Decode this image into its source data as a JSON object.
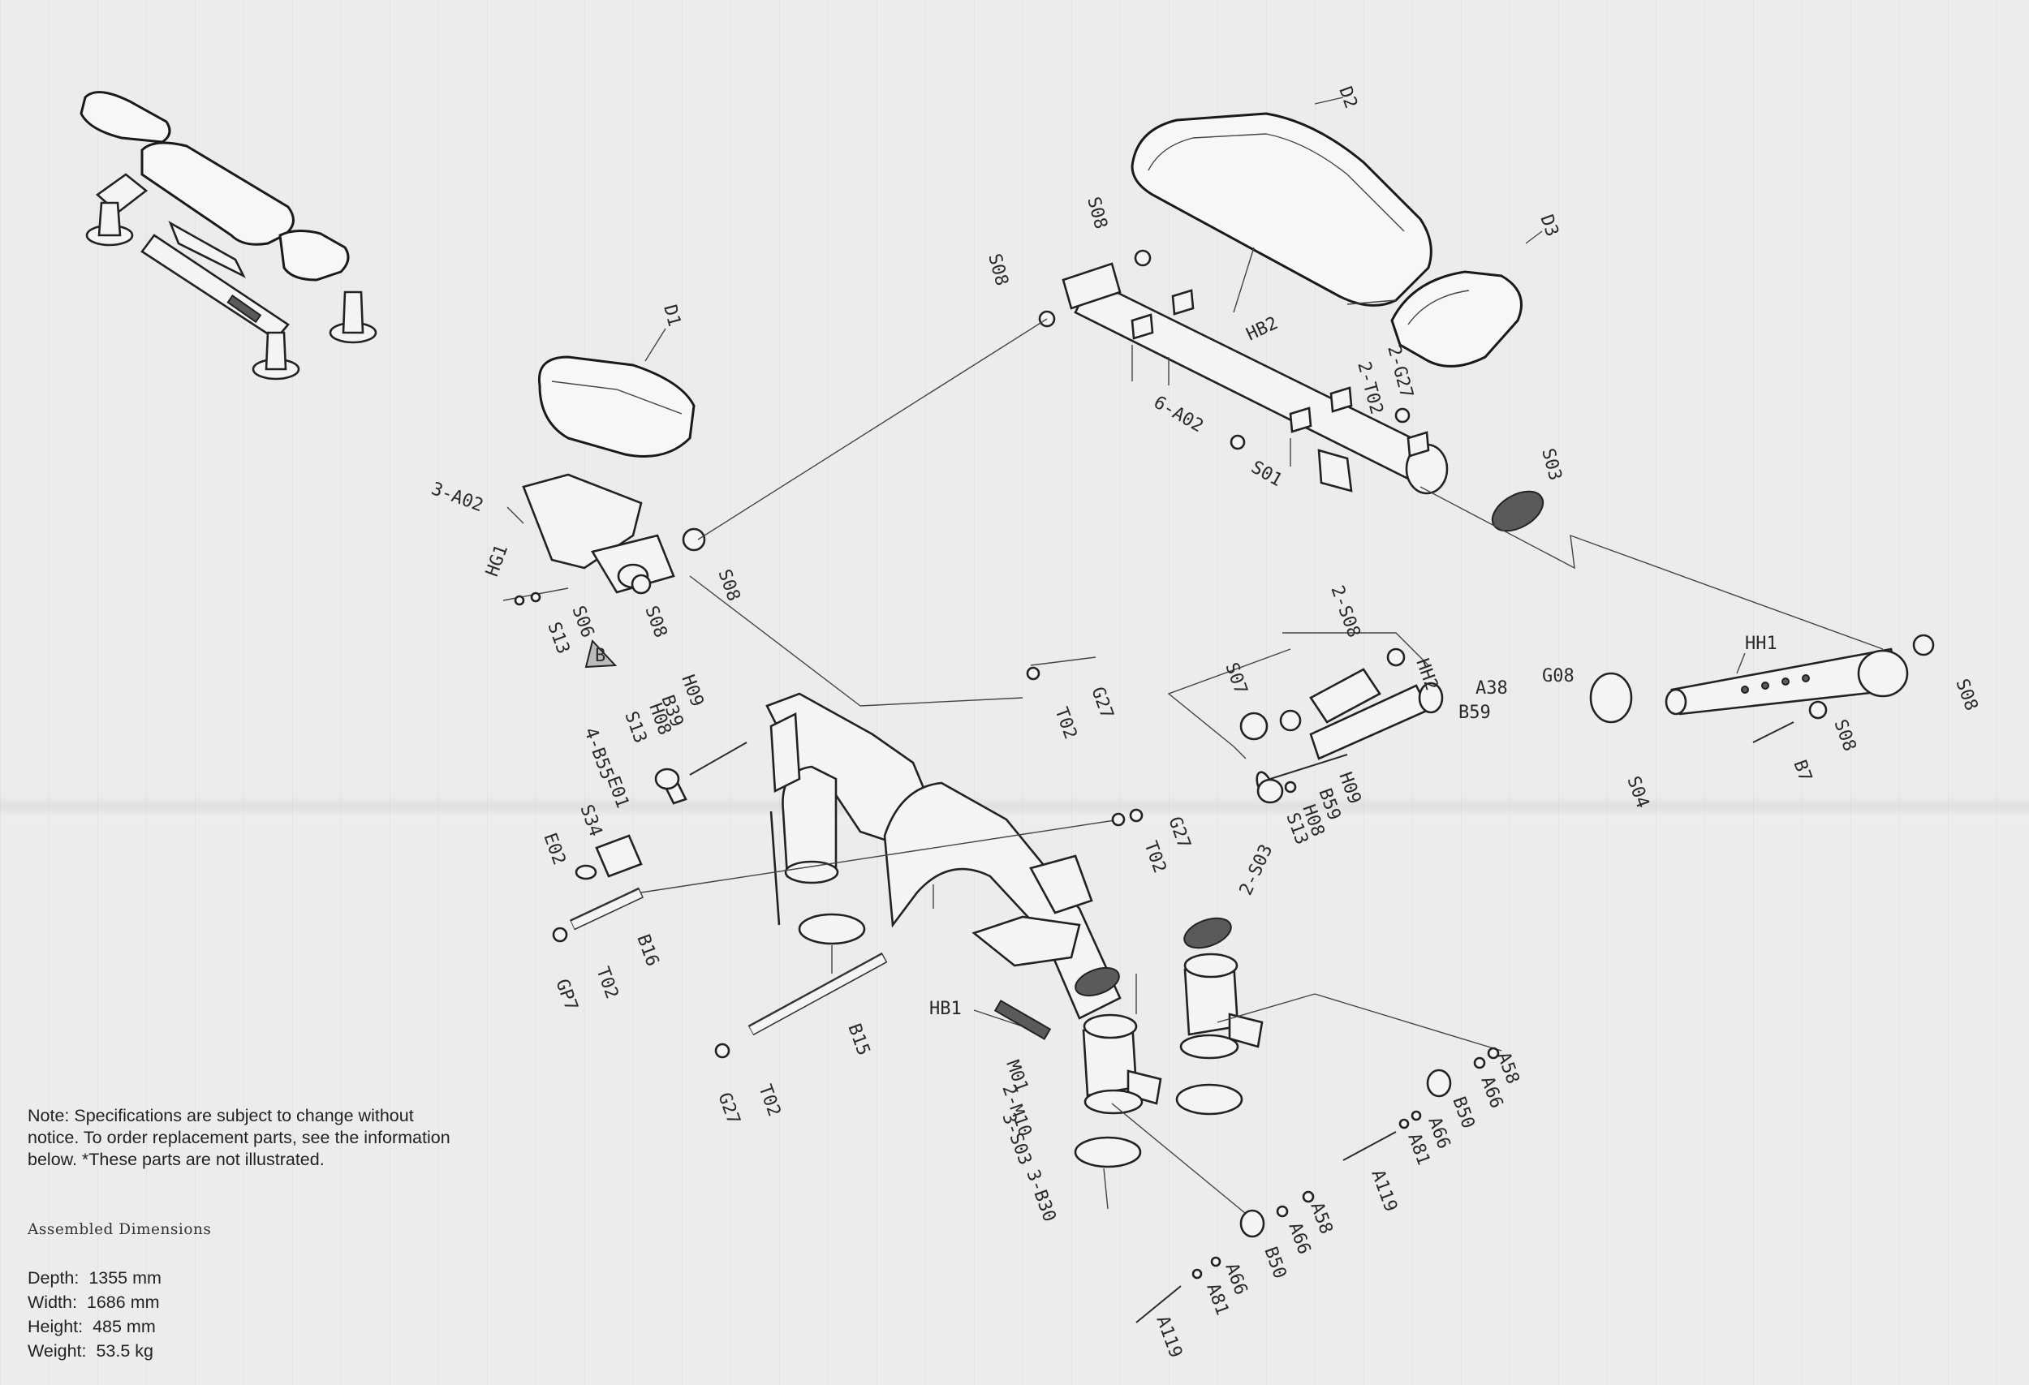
{
  "note": "Note: Specifications are subject to change without notice. To order replacement parts, see the information below. *These parts are not illustrated.",
  "dimensions": {
    "title": "Assembled Dimensions",
    "rows": [
      {
        "label": "Depth:",
        "value": "1355 mm"
      },
      {
        "label": "Width:",
        "value": "1686 mm"
      },
      {
        "label": "Height:",
        "value": "485 mm"
      },
      {
        "label": "Weight:",
        "value": "53.5 kg"
      }
    ]
  },
  "parts": {
    "seat_top": "D2",
    "seat_small": "D3",
    "seat_pad": "D1",
    "hb2": "HB2",
    "hb1": "HB1",
    "hh1": "HH1",
    "hh2": "HH2",
    "hg1": "HG1",
    "s08": "S08",
    "s03": "S03",
    "s01": "S01",
    "s07": "S07",
    "s04": "S04",
    "s13": "S13",
    "s34": "S34",
    "s06": "S06",
    "a02_6": "6-A02",
    "a02_3": "3-A02",
    "g27_2": "2-G27",
    "t02_2": "2-T02",
    "s08_2": "2-S08",
    "s03_2": "2-S03",
    "s03_3": "3-S03",
    "b30_3": "3-B30",
    "m10_2": "2-M10",
    "b55_4": "4-B55",
    "a38": "A38",
    "b59": "B59",
    "g08": "G08",
    "b7": "B7",
    "g27": "G27",
    "t02": "T02",
    "h09": "H09",
    "h08": "H08",
    "b39": "B39",
    "e01": "E01",
    "e02": "E02",
    "b16": "B16",
    "b15": "B15",
    "gp7": "GP7",
    "m01": "M01",
    "a58": "A58",
    "a66": "A66",
    "b50": "B50",
    "a81": "A81",
    "a119": "A119",
    "badge": "B"
  }
}
